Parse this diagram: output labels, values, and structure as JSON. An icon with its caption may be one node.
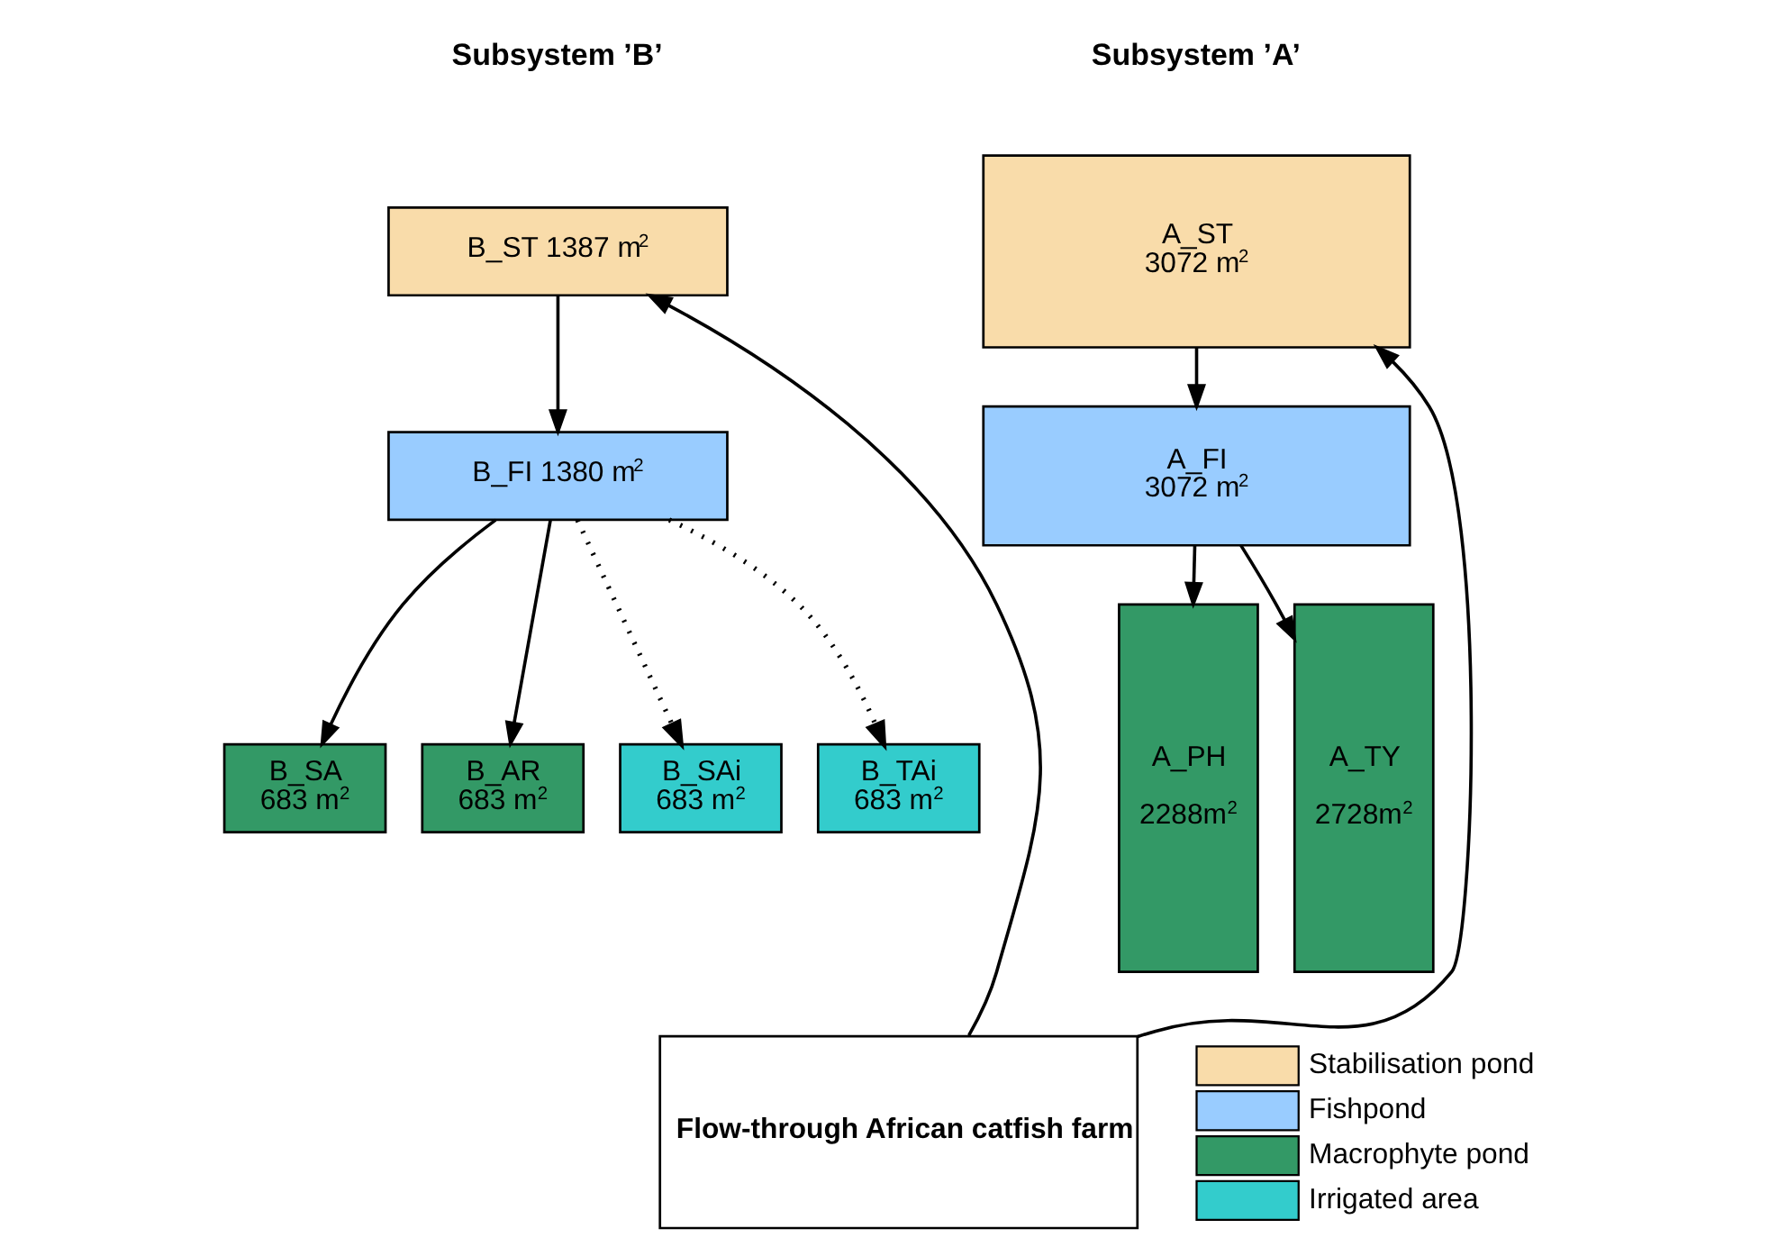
{
  "diagram": {
    "nodes": [
      {
        "text": [
          "A_ST",
          "3072 m$^{2}$"
        ]
      },
      {
        "text": [
          "A_FI",
          "3072 m$^{2}$"
        ]
      },
      {
        "text": [
          "A_PH",
          "2288m$^{2}$"
        ]
      },
      {
        "text": [
          "A_TY",
          "2728m$^{2}$"
        ]
      },
      {
        "text": [
          "B_ST 1387 m$^{2}$"
        ]
      },
      {
        "text": [
          "B_FI 1380 m$^{2}$"
        ]
      },
      {
        "text": [
          "B_SA",
          "683 m$^{2}$"
        ]
      },
      {
        "text": [
          "B_AR",
          "683 m$^{2}$"
        ]
      },
      {
        "text": [
          "B_SAi",
          "683 m$^{2}$"
        ]
      },
      {
        "text": [
          "B_TAi",
          "683 m$^{2}$"
        ]
      },
      {
        "text": [
          "Flow-through African catfish farm"
        ]
      }
    ],
    "edges": [
      {
        "from": 10,
        "to": 0,
        "arrow": "to"
      },
      {
        "from": 10,
        "to": 4,
        "arrow": "to"
      },
      {
        "from": 0,
        "to": 1,
        "arrow": "to"
      },
      {
        "from": 1,
        "to": 2,
        "arrow": "to"
      },
      {
        "from": 1,
        "to": 3,
        "arrow": "to"
      },
      {
        "from": 4,
        "to": 5,
        "arrow": "to"
      },
      {
        "from": 5,
        "to": 6,
        "arrow": "to"
      },
      {
        "from": 5,
        "to": 7,
        "arrow": "to"
      },
      {
        "from": 5,
        "to": 8,
        "arrow": "to",
        "style": "dashed"
      },
      {
        "from": 5,
        "to": 9,
        "arrow": "to",
        "style": "dashed"
      }
    ],
    "labels": [
      "Subsystem ’A’",
      "Subsystem ’B’"
    ],
    "legend": [
      {
        "text": "Stabilisation pond",
        "color": "#f9dcaa"
      },
      {
        "text": "Fishpond",
        "color": "#99ccff"
      },
      {
        "text": "Macrophyte pond",
        "color": "#339966"
      },
      {
        "text": "Irrigated area",
        "color": "#33cccc"
      }
    ]
  }
}
